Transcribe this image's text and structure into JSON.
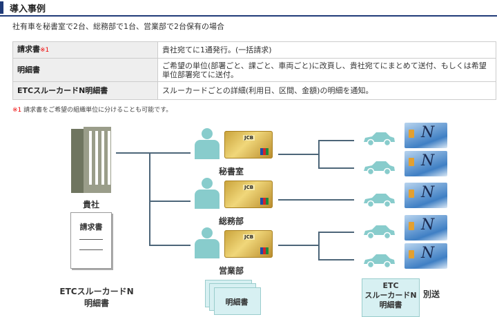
{
  "title": "導入事例",
  "subtitle": "社有車を秘書室で2台、総務部で1台、営業部で2台保有の場合",
  "table": [
    {
      "label": "請求書",
      "mark": "※1",
      "value": "貴社宛てに1通発行。(一括請求)"
    },
    {
      "label": "明細書",
      "value": "ご希望の単位(部署ごと、課ごと、車両ごと)に改頁し、貴社宛てにまとめて送付、もしくは希望単位部署宛てに送付。"
    },
    {
      "label": "ETCスルーカードN明細書",
      "value": "スルーカードごとの詳細(利用日、区間、金額)の明細を通知。"
    }
  ],
  "note": {
    "mark": "※1",
    "text": "請求書をご希望の組織単位に分けることも可能です。"
  },
  "diagram": {
    "company": "貴社",
    "invoice_doc": "請求書",
    "etc_statement_left": [
      "ETCスルーカードN",
      "明細書"
    ],
    "departments": [
      "秘書室",
      "総務部",
      "営業部"
    ],
    "card_brand": "JCB",
    "etc_card_mark": "N",
    "statement_doc": "明細書",
    "etc_doc": [
      "ETC",
      "スルーカードN",
      "明細書"
    ],
    "separate": "別送"
  }
}
